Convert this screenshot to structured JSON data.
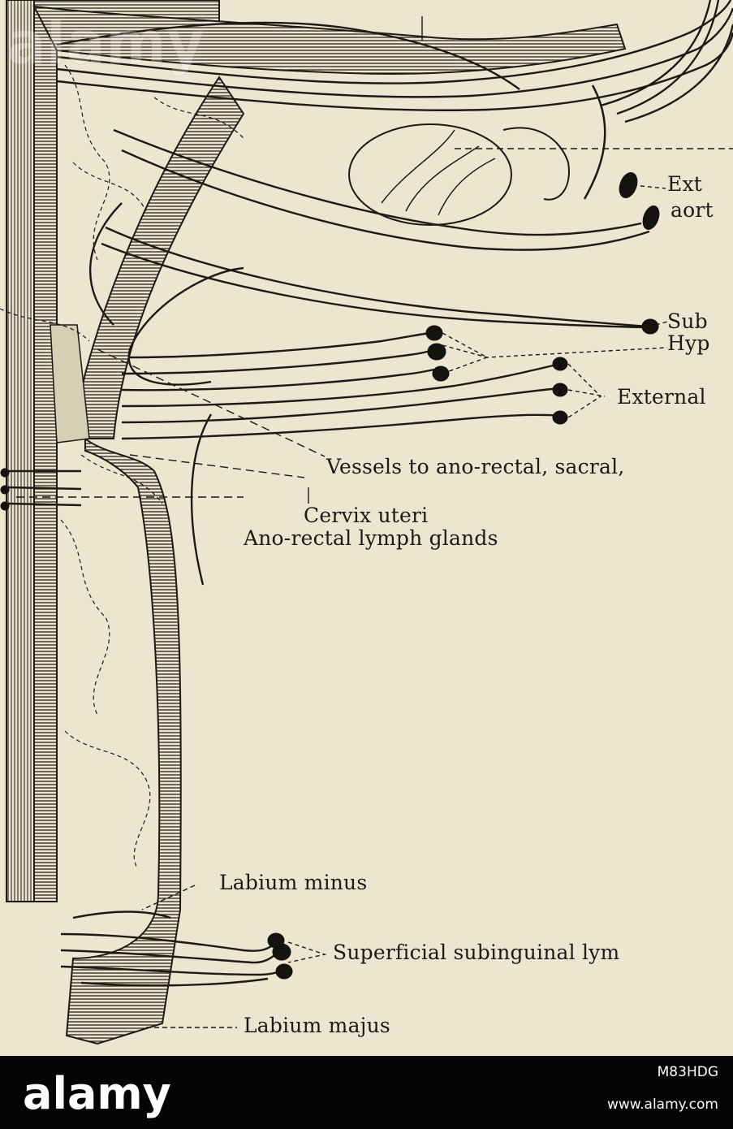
{
  "figure": {
    "labels": {
      "ext_aortic_1": "Ext",
      "ext_aortic_2": "aort",
      "sub": "Sub",
      "hyp": "Hyp",
      "external": "External",
      "vessels": "Vessels to ano-rectal, sacral,",
      "cervix": "Cervix uteri",
      "anorectal": "Ano-rectal lymph glands",
      "labium_minus": "Labium minus",
      "superficial": "Superficial subinguinal lym",
      "labium_majus": "Labium majus"
    }
  },
  "watermark": {
    "logo_text": "alamy",
    "center_text": "alamy",
    "image_id": "M83HDG",
    "url": "www.alamy.com"
  },
  "colors": {
    "paper": "#ece5cf",
    "ink": "#1c1a16",
    "bar": "#050505"
  }
}
